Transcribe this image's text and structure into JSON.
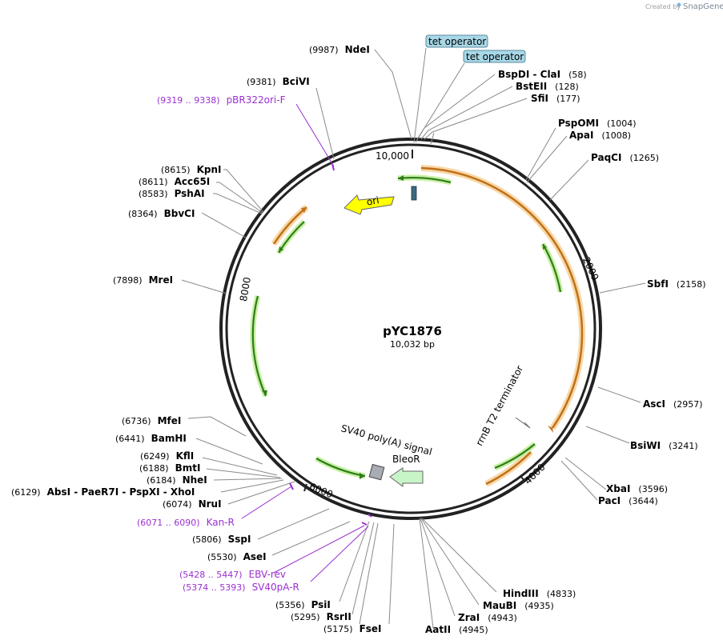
{
  "branding": {
    "created_by": "Created by",
    "app_name": "SnapGene"
  },
  "plasmid": {
    "name": "pYC1876",
    "length_label": "10,032 bp",
    "length": 10032
  },
  "ticks": [
    {
      "label": "10,000"
    },
    {
      "label": "2000"
    },
    {
      "label": "4000"
    },
    {
      "label": "6000"
    },
    {
      "label": "8000"
    }
  ],
  "operators": [
    {
      "label": "tet operator"
    },
    {
      "label": "tet operator"
    }
  ],
  "restriction_sites": [
    {
      "pos": "(9987)",
      "name": "NdeI"
    },
    {
      "pos": "(9381)",
      "name": "BciVI"
    },
    {
      "pos": "(58)",
      "name": "BspDI  -  ClaI"
    },
    {
      "pos": "(128)",
      "name": "BstEII"
    },
    {
      "pos": "(177)",
      "name": "SfiI"
    },
    {
      "pos": "(1004)",
      "name": "PspOMI"
    },
    {
      "pos": "(1008)",
      "name": "ApaI"
    },
    {
      "pos": "(1265)",
      "name": "PaqCI"
    },
    {
      "pos": "(2158)",
      "name": "SbfI"
    },
    {
      "pos": "(2957)",
      "name": "AscI"
    },
    {
      "pos": "(3241)",
      "name": "BsiWI"
    },
    {
      "pos": "(3596)",
      "name": "XbaI"
    },
    {
      "pos": "(3644)",
      "name": "PacI"
    },
    {
      "pos": "(4833)",
      "name": "HindIII"
    },
    {
      "pos": "(4935)",
      "name": "MauBI"
    },
    {
      "pos": "(4943)",
      "name": "ZraI"
    },
    {
      "pos": "(4945)",
      "name": "AatII"
    },
    {
      "pos": "(5175)",
      "name": "FseI"
    },
    {
      "pos": "(5295)",
      "name": "RsrII"
    },
    {
      "pos": "(5356)",
      "name": "PsiI"
    },
    {
      "pos": "(5530)",
      "name": "AseI"
    },
    {
      "pos": "(5806)",
      "name": "SspI"
    },
    {
      "pos": "(6074)",
      "name": "NruI"
    },
    {
      "pos": "(6129)",
      "name": "AbsI  -  PaeR7I  -  PspXI  -  XhoI"
    },
    {
      "pos": "(6184)",
      "name": "NheI"
    },
    {
      "pos": "(6188)",
      "name": "BmtI"
    },
    {
      "pos": "(6249)",
      "name": "KflI"
    },
    {
      "pos": "(6441)",
      "name": "BamHI"
    },
    {
      "pos": "(6736)",
      "name": "MfeI"
    },
    {
      "pos": "(7898)",
      "name": "MreI"
    },
    {
      "pos": "(8364)",
      "name": "BbvCI"
    },
    {
      "pos": "(8583)",
      "name": "PshAI"
    },
    {
      "pos": "(8611)",
      "name": "Acc65I"
    },
    {
      "pos": "(8615)",
      "name": "KpnI"
    }
  ],
  "primers": [
    {
      "range": "(9319 .. 9338)",
      "name": "pBR322ori-F"
    },
    {
      "range": "(6071 .. 6090)",
      "name": "Kan-R"
    },
    {
      "range": "(5428 .. 5447)",
      "name": "EBV-rev"
    },
    {
      "range": "(5374 .. 5393)",
      "name": "SV40pA-R"
    }
  ],
  "features": [
    {
      "name": "ori",
      "color": "#ffff00"
    },
    {
      "name": "rrnB T2 terminator"
    },
    {
      "name": "SV40 poly(A) signal"
    },
    {
      "name": "BleoR",
      "color": "#c8f5c8"
    }
  ],
  "colors": {
    "orf_green": "#2e7d1e",
    "orf_glow": "#c8f0a0",
    "orange": "#e08a20",
    "orange_glow": "#f8d8a8",
    "purple": "#9b30d0"
  }
}
